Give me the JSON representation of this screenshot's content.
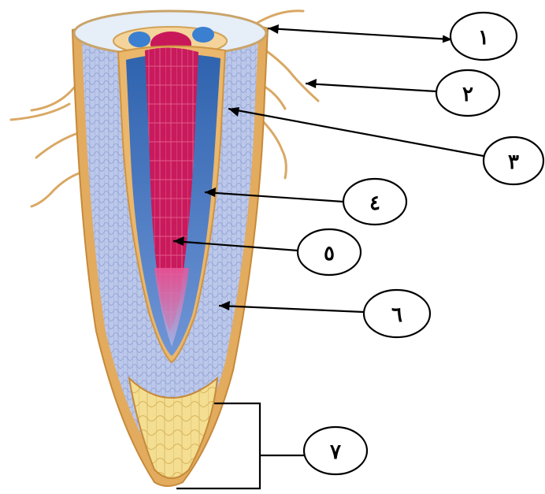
{
  "diagram": {
    "subject": "root-tip-longitudinal-section",
    "labels": [
      {
        "id": "1",
        "text": "١"
      },
      {
        "id": "2",
        "text": "٢"
      },
      {
        "id": "3",
        "text": "٣"
      },
      {
        "id": "4",
        "text": "٤"
      },
      {
        "id": "5",
        "text": "٥"
      },
      {
        "id": "6",
        "text": "٦"
      },
      {
        "id": "7",
        "text": "٧"
      }
    ],
    "colors": {
      "epidermis": "#e0a85a",
      "root_hair": "#d9a864",
      "cortex": "#b8c4e6",
      "endodermis": "#e6b26a",
      "phloem": "#3b6fb8",
      "xylem": "#c8185a",
      "meristem": "#9fb2e0",
      "root_cap": "#f1dc8c",
      "arrow": "#000000"
    }
  }
}
